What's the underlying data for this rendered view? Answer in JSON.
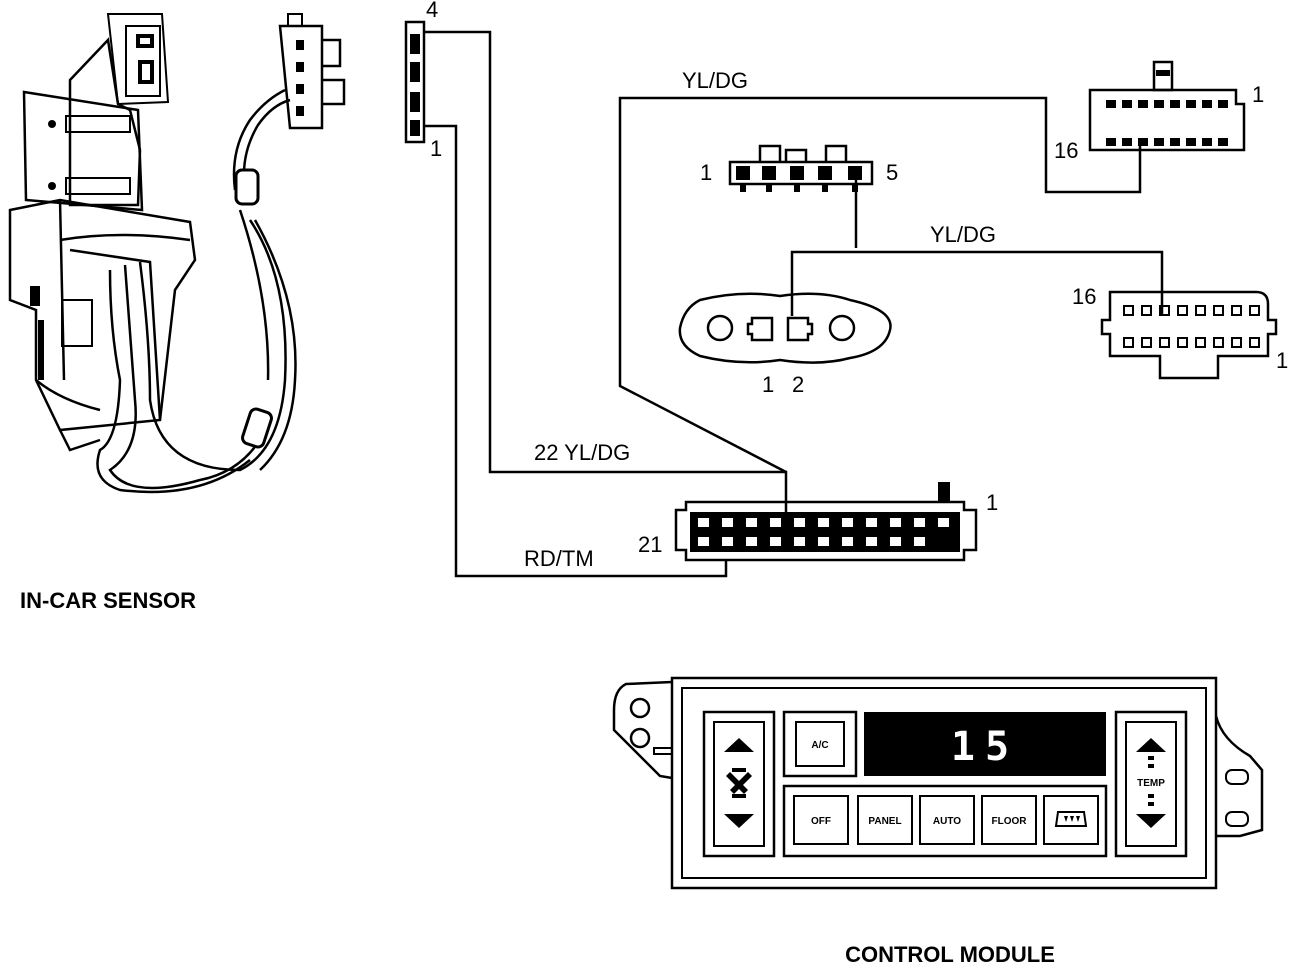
{
  "titles": {
    "in_car_sensor": "IN-CAR SENSOR",
    "control_module": "CONTROL MODULE"
  },
  "wires": {
    "yl_dg_top": "YL/DG",
    "yl_dg_mid": "YL/DG",
    "yl_dg_22": "22 YL/DG",
    "rd_tm": "RD/TM"
  },
  "pins": {
    "sensor_conn_4": "4",
    "sensor_conn_1": "1",
    "c16_top_1": "1",
    "c16_top_16": "16",
    "c5_1": "1",
    "c5_5": "5",
    "c16_bot_16": "16",
    "c16_bot_1": "1",
    "round_1": "1",
    "round_2": "2",
    "c21_1": "1",
    "c21_21": "21"
  },
  "control_module": {
    "display_value": "15",
    "buttons": {
      "ac": "A/C",
      "off": "OFF",
      "panel": "PANEL",
      "auto": "AUTO",
      "floor": "FLOOR",
      "temp": "TEMP"
    }
  }
}
